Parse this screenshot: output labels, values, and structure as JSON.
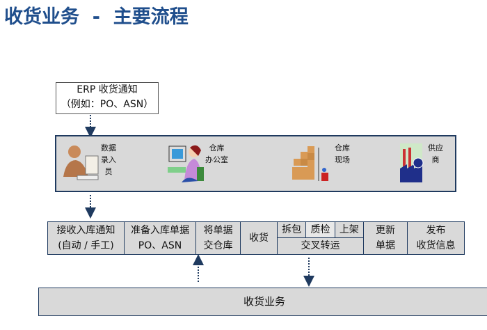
{
  "title": "收货业务  -  主要流程",
  "erp_box": {
    "line1": "ERP 收货通知",
    "line2": "（例如：PO、ASN）"
  },
  "roles": [
    {
      "icon": "data-entry-clerk-icon",
      "lines": [
        "数据",
        "录入",
        "员"
      ]
    },
    {
      "icon": "office-worker-icon",
      "lines": [
        "仓库",
        "办公室"
      ]
    },
    {
      "icon": "warehouse-forklift-icon",
      "lines": [
        "仓库",
        "现场"
      ]
    },
    {
      "icon": "supplier-factory-icon",
      "lines": [
        "供应",
        "商"
      ]
    }
  ],
  "steps": [
    {
      "l1": "接收入库通知",
      "l2": "(自动 / 手工)"
    },
    {
      "l1": "准备入库单据",
      "l2": "PO、ASN"
    },
    {
      "l1": "将单据",
      "l2": "交仓库"
    },
    {
      "l1": "收货"
    },
    {
      "sub": [
        "拆包",
        "质检",
        "上架"
      ],
      "l2": "交叉转运"
    },
    {
      "l1": "更新",
      "l2": "单据"
    },
    {
      "l1": "发布",
      "l2": "收货信息"
    }
  ],
  "bottom": "收货业务",
  "colors": {
    "title": "#1f4e8c",
    "panel": "#d9d9d9",
    "border": "#1f3a5f",
    "arrow": "#1f3a5f"
  }
}
